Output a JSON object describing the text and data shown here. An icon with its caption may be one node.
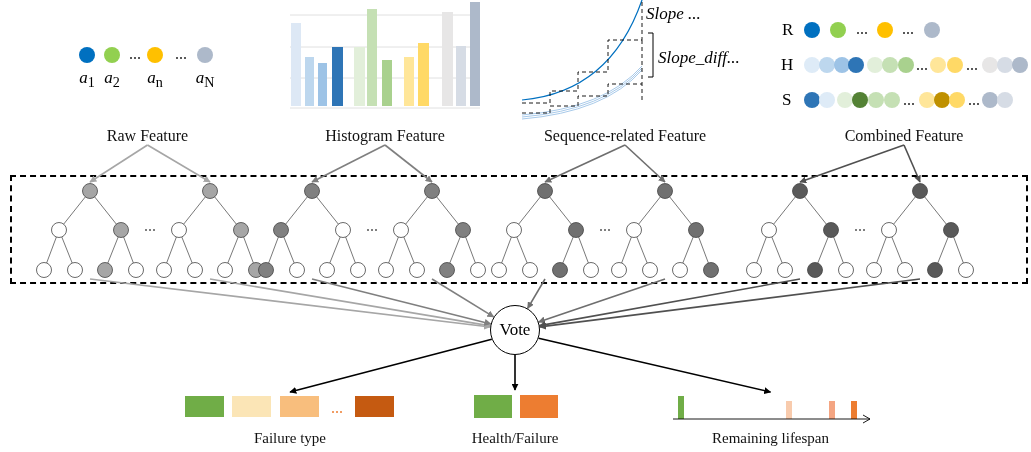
{
  "diagram": {
    "nodes": [
      {
        "text": [
          "Raw Feature"
        ]
      },
      {
        "text": [
          "Histogram Feature"
        ]
      },
      {
        "text": [
          "Sequence-related Feature"
        ]
      },
      {
        "text": [
          "Combined Feature"
        ]
      },
      {
        "text": [],
        "shape": "box"
      },
      {
        "text": [],
        "shape": "picture",
        "in": 4
      },
      {
        "text": [],
        "shape": "picture",
        "in": 4
      },
      {
        "text": [],
        "shape": "picture",
        "in": 4
      },
      {
        "text": [],
        "shape": "picture",
        "in": 4
      },
      {
        "text": [],
        "shape": "picture",
        "in": 4
      },
      {
        "text": [],
        "shape": "picture",
        "in": 4
      },
      {
        "text": [],
        "shape": "picture",
        "in": 4
      },
      {
        "text": [],
        "shape": "picture",
        "in": 4
      },
      {
        "text": [
          "Vote"
        ]
      },
      {
        "text": [
          "Failure type"
        ]
      },
      {
        "text": [
          "Health/Failure"
        ]
      },
      {
        "text": [
          "Remaining lifespan"
        ]
      }
    ],
    "edges": [
      {
        "from": 0,
        "to": 5,
        "arrow": "to",
        "color": "#a6a6a6"
      },
      {
        "from": 0,
        "to": 6,
        "arrow": "to",
        "color": "#a6a6a6"
      },
      {
        "from": 1,
        "to": 7,
        "arrow": "to",
        "color": "#7f7f7f"
      },
      {
        "from": 1,
        "to": 8,
        "arrow": "to",
        "color": "#7f7f7f"
      },
      {
        "from": 2,
        "to": 9,
        "arrow": "to",
        "color": "#6e6e6e"
      },
      {
        "from": 2,
        "to": 10,
        "arrow": "to",
        "color": "#6e6e6e"
      },
      {
        "from": 3,
        "to": 11,
        "arrow": "to",
        "color": "#505050"
      },
      {
        "from": 3,
        "to": 12,
        "arrow": "to",
        "color": "#505050"
      },
      {
        "from": 5,
        "to": 13,
        "arrow": "to",
        "color": "#a6a6a6"
      },
      {
        "from": 6,
        "to": 13,
        "arrow": "to",
        "color": "#a6a6a6"
      },
      {
        "from": 7,
        "to": 13,
        "arrow": "to",
        "color": "#7f7f7f"
      },
      {
        "from": 8,
        "to": 13,
        "arrow": "to",
        "color": "#7f7f7f"
      },
      {
        "from": 9,
        "to": 13,
        "arrow": "to",
        "color": "#6e6e6e"
      },
      {
        "from": 10,
        "to": 13,
        "arrow": "to",
        "color": "#6e6e6e"
      },
      {
        "from": 11,
        "to": 13,
        "arrow": "to",
        "color": "#505050"
      },
      {
        "from": 12,
        "to": 13,
        "arrow": "to",
        "color": "#505050"
      },
      {
        "from": 13,
        "to": 14,
        "arrow": "to",
        "color": "#000000"
      },
      {
        "from": 13,
        "to": 15,
        "arrow": "to",
        "color": "#000000"
      },
      {
        "from": 13,
        "to": 16,
        "arrow": "to",
        "color": "#000000"
      }
    ],
    "labels": [
      "*a*$_{1}$",
      "*a*$_{2}$",
      "*a*$_{n}$",
      "*a*$_{N}$",
      "Slope ...",
      "Slope_diff...",
      "R",
      "H",
      "S"
    ]
  }
}
